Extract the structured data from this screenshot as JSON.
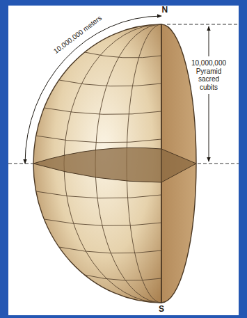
{
  "diagram": {
    "labels": [
      "N",
      "10,000,000 meters",
      "10,000,000 Pyramid sacred cubits",
      "S"
    ]
  }
}
